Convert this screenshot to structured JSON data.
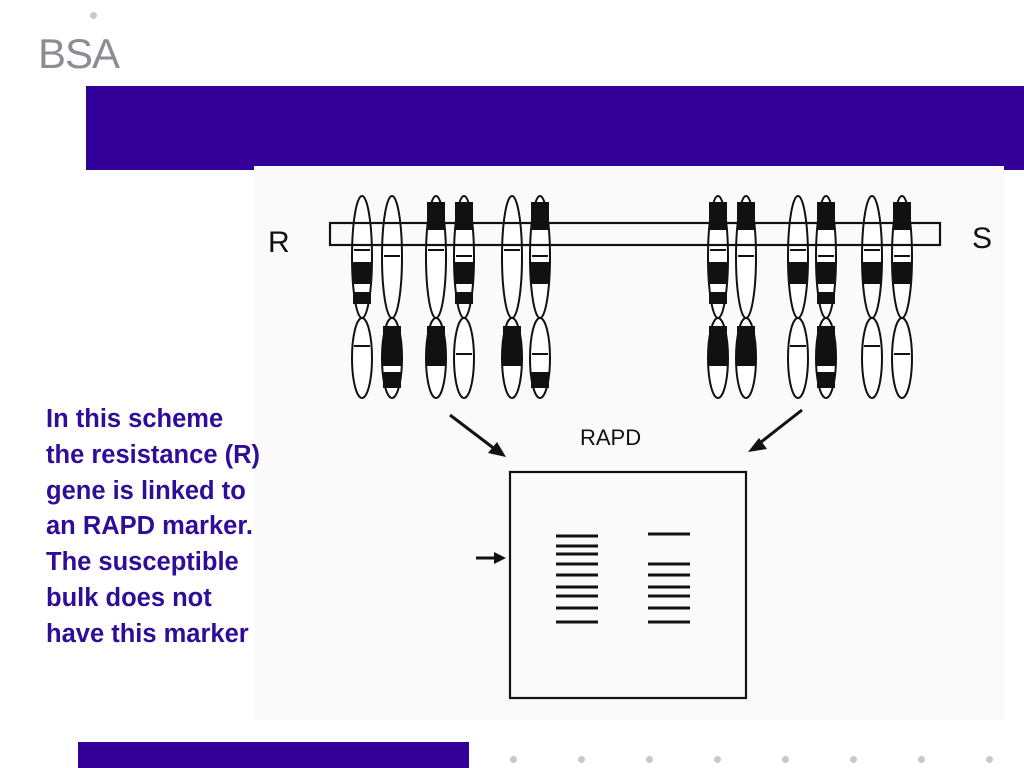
{
  "slide": {
    "title": "BSA",
    "body_lines": [
      "In this scheme",
      "the resistance (R)",
      "gene is linked to",
      "an RAPD marker.",
      "The susceptible",
      "bulk does not",
      "have this marker"
    ]
  },
  "figure": {
    "label_resistant": "R",
    "label_susceptible": "S",
    "label_method": "RAPD"
  },
  "colors": {
    "band_purple": "#330099",
    "text_purple": "#2f0d99",
    "title_gray": "#8c8c96"
  }
}
